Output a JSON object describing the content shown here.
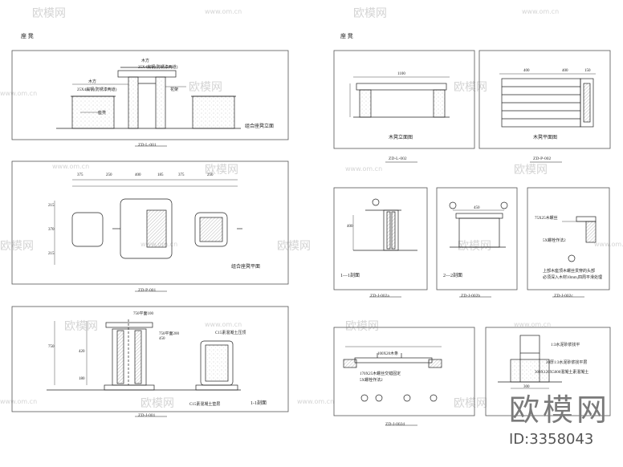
{
  "headers": {
    "left": "座 凳",
    "right": "座 凳"
  },
  "drawing_codes": {
    "d1": "ZD-L-001",
    "d2": "ZD-P-001",
    "d3": "ZD-J-001",
    "d4": "ZD-L-002",
    "d5": "ZD-P-002",
    "d6": "ZD-J-002a",
    "d7": "ZD-J-002b",
    "d8": "ZD-J-002c",
    "d9": "ZD-J-002d"
  },
  "titles": {
    "combo_elevation": "组合座凳立面",
    "combo_plan": "组合座凳平面",
    "section_11": "1-1剖面",
    "wood_elevation": "木凳立面图",
    "wood_plan": "木凳平面图",
    "section_a": "1—1剖面",
    "section_b": "2—2剖面"
  },
  "notes": {
    "combo_e1": "木方",
    "combo_e2": "25X4扁钢(防锈漆两道)",
    "combo_e3": "木方",
    "combo_e4": "座凳",
    "combo_e5": "25X4扁钢(防锈漆两道)",
    "combo_e6": "花架",
    "s1": "C15素混凝土垫层",
    "s2": "C15素混凝土压顶",
    "s3": "750平面100",
    "s4": "750平面200",
    "s5": "450",
    "c1": "75X25木螺丝",
    "c2": "上部木座顶木螺丝贯穿的头部",
    "c3": "必须深入木材10mm,四周平滑处理",
    "c4": "5X螺栓作法2",
    "d1": "170X25木螺丝交错固定",
    "d2": "100X20木条",
    "d3": "5X螺栓作法2",
    "f1": "1:3水泥砂浆找平",
    "f2": "20厚1:3水泥砂浆找平层",
    "f3": "300X120X5000混凝土素混凝土"
  },
  "dims": {
    "top_plan": [
      "375",
      "250",
      "400",
      "185",
      "375",
      "250"
    ],
    "wood_len": "1100",
    "wood_plan": [
      "400",
      "400",
      "150"
    ],
    "side_plan": [
      "215",
      "370",
      "215"
    ],
    "section_h": [
      "750",
      "420",
      "180"
    ],
    "small": [
      "400",
      "450",
      "300"
    ]
  },
  "watermarks": {
    "brand": "欧模网",
    "url": "www.om.cn"
  },
  "brand_block": {
    "name": "欧模网",
    "id": "ID:3358043"
  },
  "colors": {
    "line": "#222222",
    "frame": "#555555",
    "watermark": "#d4d4d4"
  }
}
